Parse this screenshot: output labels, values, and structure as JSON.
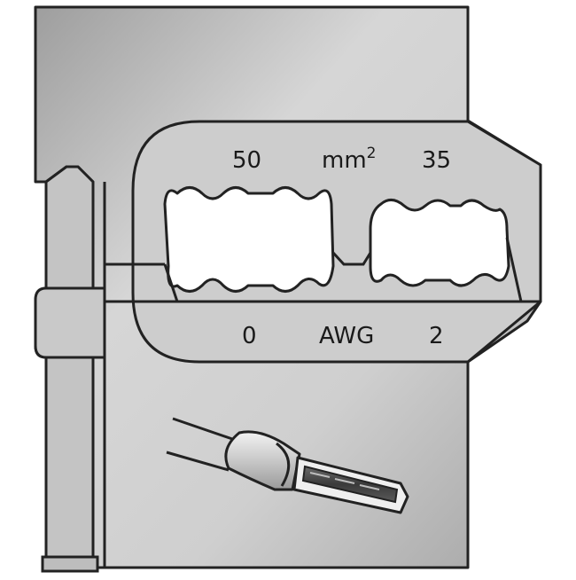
{
  "labels": {
    "top_left": "50",
    "top_unit": "mm",
    "top_unit_sup": "2",
    "top_right": "35",
    "bottom_left": "0",
    "bottom_unit": "AWG",
    "bottom_right": "2"
  },
  "colors": {
    "outline": "#222222",
    "plate_light": "#d8d8d8",
    "plate_dark": "#a9a9a9",
    "cavity": "#ffffff"
  }
}
